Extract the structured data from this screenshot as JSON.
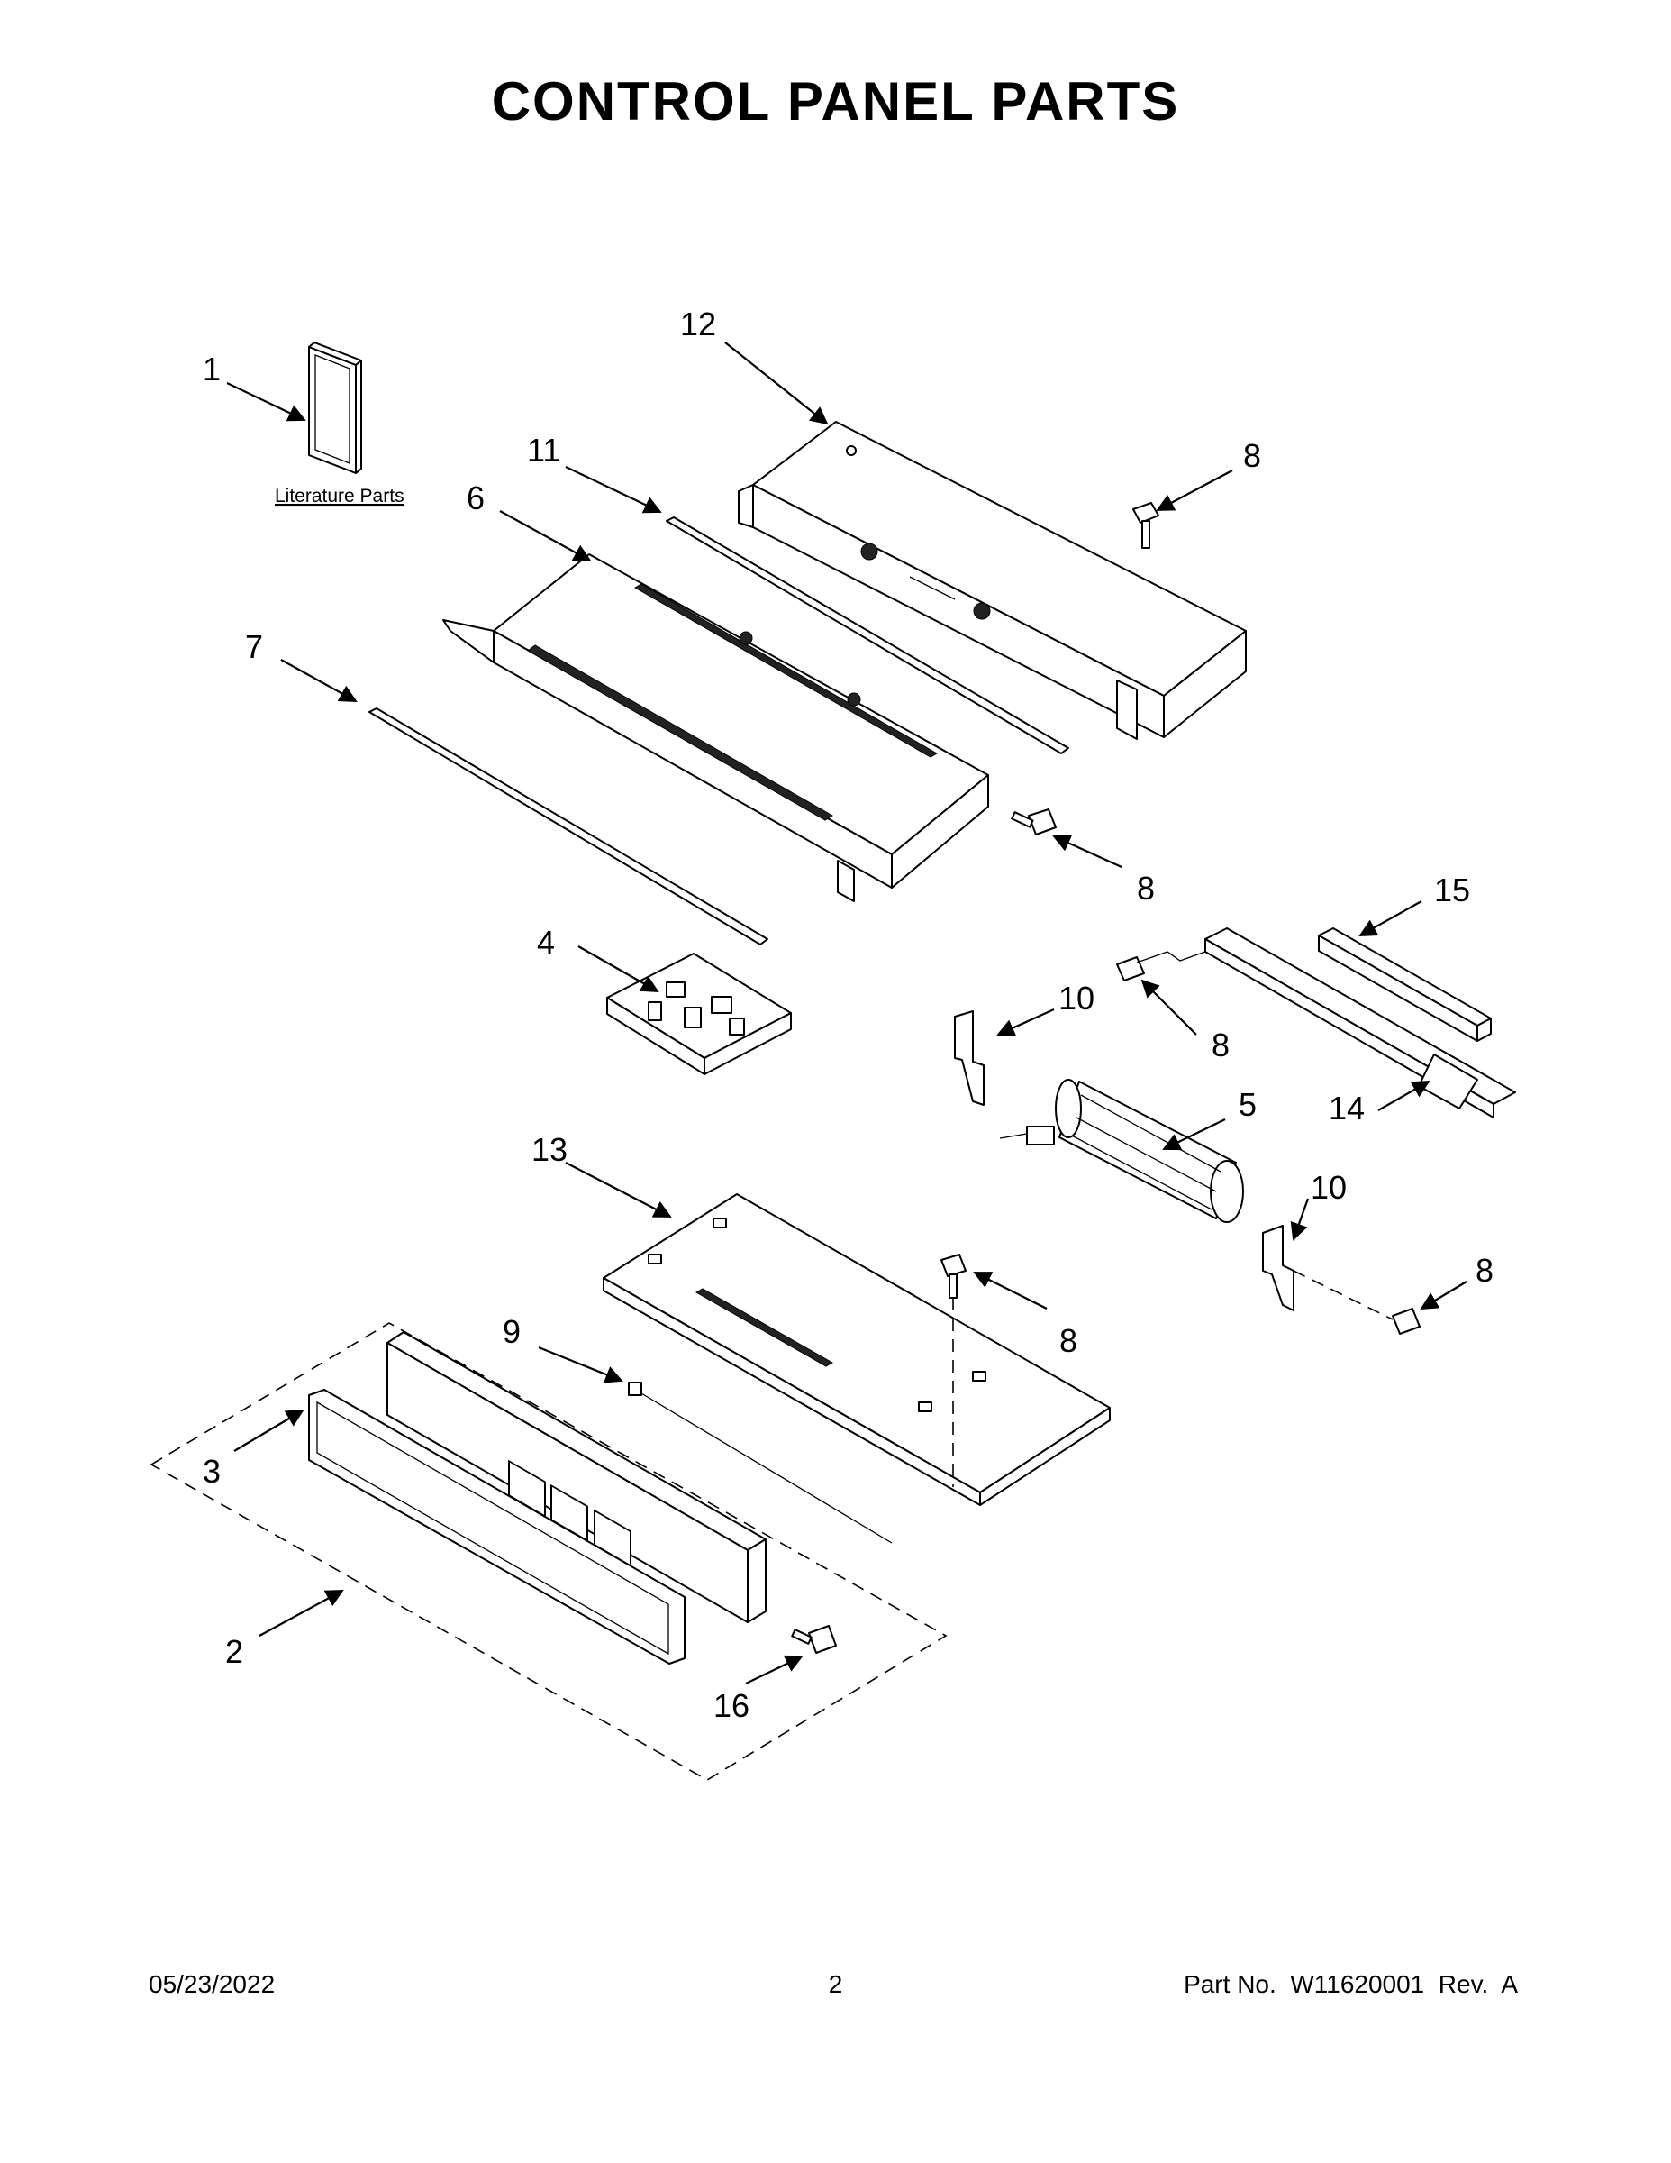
{
  "title": "CONTROL PANEL PARTS",
  "literature_label": "Literature Parts",
  "callouts": {
    "c1": "1",
    "c2": "2",
    "c3": "3",
    "c4": "4",
    "c5": "5",
    "c6": "6",
    "c7": "7",
    "c8a": "8",
    "c8b": "8",
    "c8c": "8",
    "c8d": "8",
    "c8e": "8",
    "c9": "9",
    "c10a": "10",
    "c10b": "10",
    "c11": "11",
    "c12": "12",
    "c13": "13",
    "c14": "14",
    "c15": "15",
    "c16": "16"
  },
  "footer": {
    "date": "05/23/2022",
    "page": "2",
    "part": "Part No.  W11620001  Rev.  A"
  }
}
